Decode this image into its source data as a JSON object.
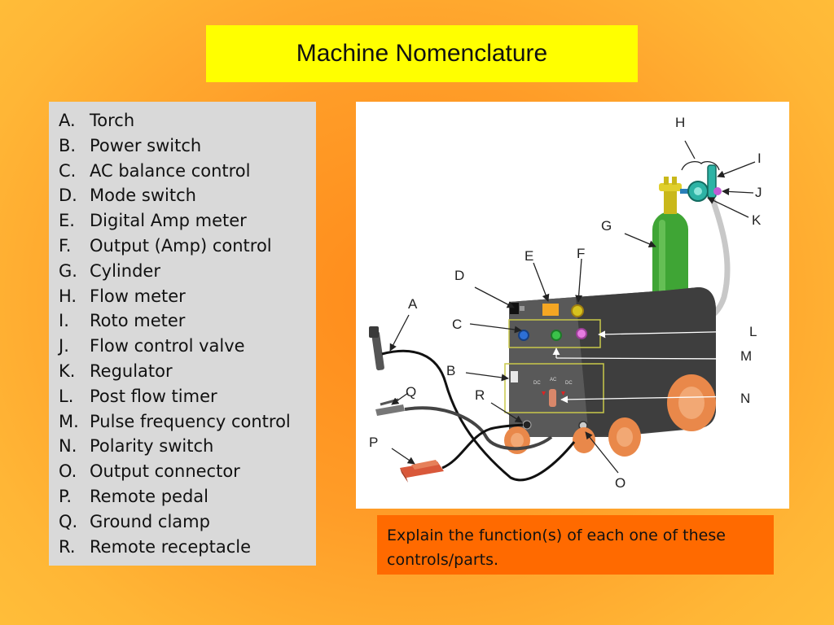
{
  "title": "Machine Nomenclature",
  "legend": {
    "items": [
      {
        "letter": "A.",
        "text": "Torch"
      },
      {
        "letter": "B.",
        "text": "Power switch"
      },
      {
        "letter": "C.",
        "text": "AC balance control"
      },
      {
        "letter": "D.",
        "text": "Mode switch"
      },
      {
        "letter": "E.",
        "text": "Digital Amp meter"
      },
      {
        "letter": "F.",
        "text": "Output (Amp) control"
      },
      {
        "letter": "G.",
        "text": "Cylinder"
      },
      {
        "letter": "H.",
        "text": "Flow meter"
      },
      {
        "letter": "I.",
        "text": "Roto meter"
      },
      {
        "letter": "J.",
        "text": "Flow control valve"
      },
      {
        "letter": "K.",
        "text": "Regulator"
      },
      {
        "letter": "L.",
        "text": "Post flow timer"
      },
      {
        "letter": "M.",
        "text": "Pulse frequency control"
      },
      {
        "letter": "N.",
        "text": "Polarity switch"
      },
      {
        "letter": "O.",
        "text": "Output connector"
      },
      {
        "letter": "P.",
        "text": "Remote pedal"
      },
      {
        "letter": "Q.",
        "text": "Ground clamp"
      },
      {
        "letter": "R.",
        "text": "Remote receptacle"
      }
    ]
  },
  "diagram": {
    "callouts": [
      "A",
      "B",
      "C",
      "D",
      "E",
      "F",
      "G",
      "H",
      "I",
      "J",
      "K",
      "L",
      "M",
      "N",
      "O",
      "P",
      "Q",
      "R"
    ],
    "panel_marks": {
      "dc_left": "DC",
      "ac": "AC",
      "dc_right": "DC"
    }
  },
  "prompt": "Explain the function(s) of each one of these controls/parts.",
  "colors": {
    "title_background": "#ffff00",
    "legend_background": "#d9d9d9",
    "prompt_background": "#ff6a00",
    "machine_body": "#555555",
    "cylinder": "#3fa535",
    "wheels": "#e9884a"
  }
}
